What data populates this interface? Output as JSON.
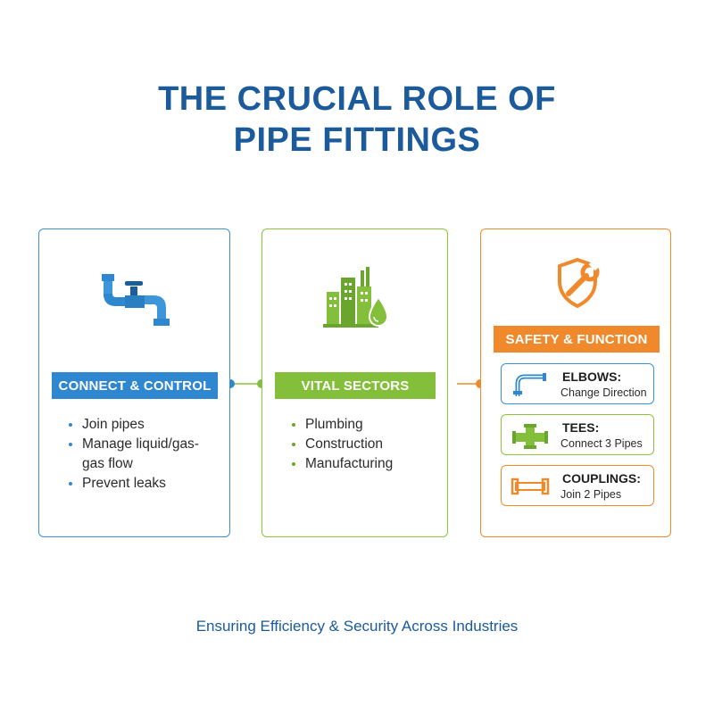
{
  "title": {
    "line1": "THE CRUCIAL ROLE OF",
    "line2": "PIPE FITTINGS"
  },
  "colors": {
    "blue": "#2f88cf",
    "green": "#83bf3a",
    "orange": "#f0892b",
    "title": "#1b5a9b"
  },
  "cards": [
    {
      "icon": "pipe-valve-icon",
      "header": "CONNECT & CONTROL",
      "bullets": [
        "Join pipes",
        "Manage liquid/gas-gas flow",
        "Prevent leaks"
      ]
    },
    {
      "icon": "industrial-buildings-water-icon",
      "header": "VITAL SECTORS",
      "bullets": [
        "Plumbing",
        "Construction",
        "Manufacturing"
      ]
    },
    {
      "icon": "shield-wrench-icon",
      "header": "SAFETY & FUNCTION",
      "items": [
        {
          "icon": "elbow-pipe-icon",
          "title": "ELBOWS:",
          "subtitle": "Change Direction"
        },
        {
          "icon": "tee-pipe-icon",
          "title": "TEES:",
          "subtitle": "Connect 3 Pipes"
        },
        {
          "icon": "coupling-pipe-icon",
          "title": "COUPLINGS:",
          "subtitle": "Join 2 Pipes"
        }
      ]
    }
  ],
  "footer": "Ensuring Efficiency & Security Across Industries"
}
